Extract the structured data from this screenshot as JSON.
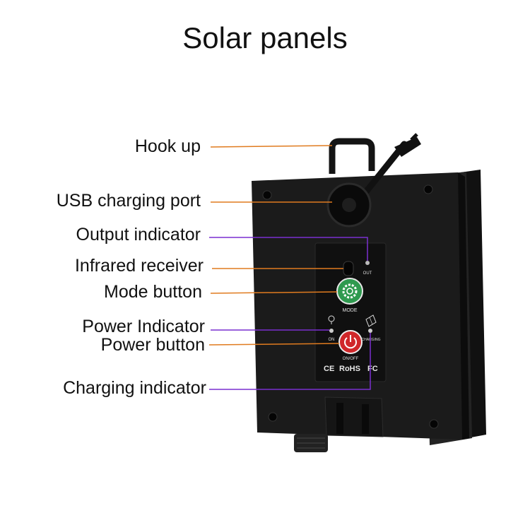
{
  "title": "Solar panels",
  "labels": {
    "hook_up": "Hook up",
    "usb_port": "USB charging port",
    "output_indicator": "Output indicator",
    "infrared_receiver": "Infrared receiver",
    "mode_button": "Mode button",
    "power_indicator": "Power Indicator",
    "power_button": "Power button",
    "charging_indicator": "Charging indicator"
  },
  "device_text": {
    "out": "OUT",
    "mode": "MODE",
    "on": "ON",
    "onoff": "ON/OFF",
    "charging": "CHARGING",
    "ce": "CE",
    "rohs": "RoHS",
    "fc": "FC"
  },
  "colors": {
    "orange_line": "#e07b1f",
    "purple_line": "#7a2fd0",
    "device_body": "#1b1b1b",
    "mode_green": "#2f9a4f",
    "power_red": "#d0272a"
  }
}
